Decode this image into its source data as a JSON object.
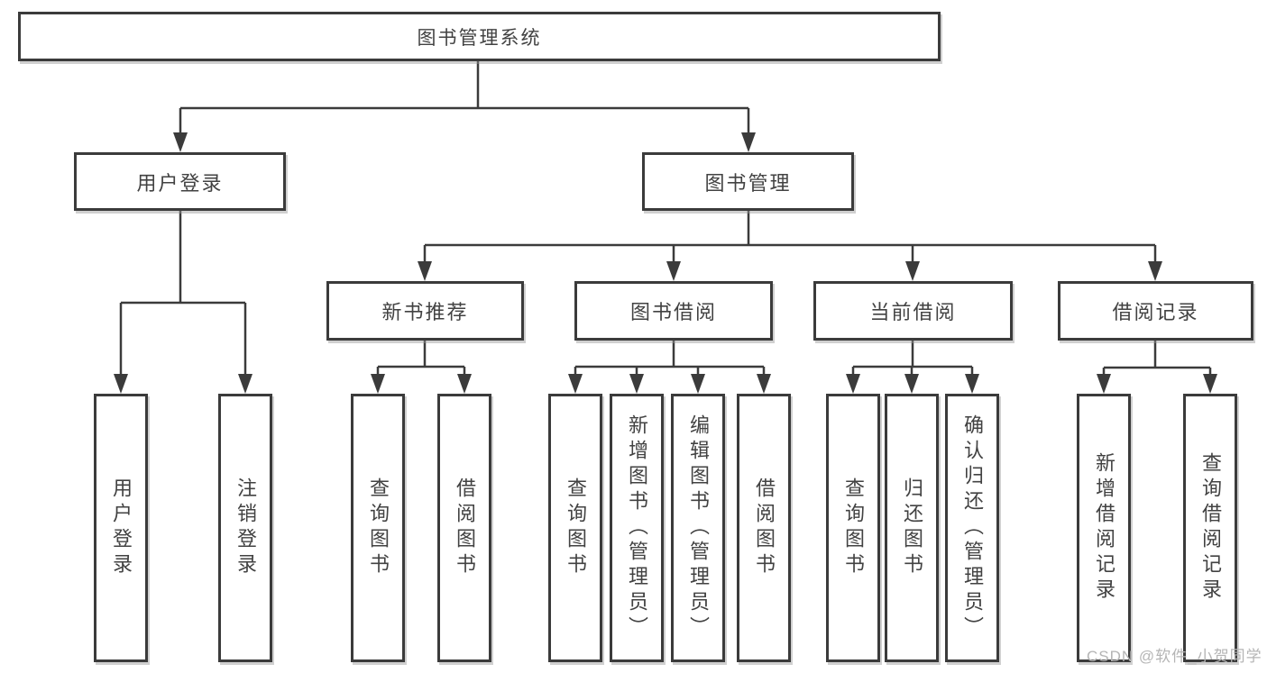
{
  "diagram": {
    "type": "hierarchy-tree",
    "root": {
      "label": "图书管理系统"
    },
    "branches": [
      {
        "label": "用户登录",
        "leaves": [
          "用户登录",
          "注销登录"
        ]
      },
      {
        "label": "图书管理",
        "children": [
          {
            "label": "新书推荐",
            "leaves": [
              "查询图书",
              "借阅图书"
            ]
          },
          {
            "label": "图书借阅",
            "leaves": [
              "查询图书",
              "新增图书（管理员）",
              "编辑图书（管理员）",
              "借阅图书"
            ]
          },
          {
            "label": "当前借阅",
            "leaves": [
              "查询图书",
              "归还图书",
              "确认归还（管理员）"
            ]
          },
          {
            "label": "借阅记录",
            "leaves": [
              "新增借阅记录",
              "查询借阅记录"
            ]
          }
        ]
      }
    ]
  },
  "watermark": {
    "text": "CSDN @软件_小贺同学",
    "color": "#b5b5b5"
  },
  "colors": {
    "line": "#3b3b3b",
    "box_border": "#3b3b3b",
    "text": "#424242",
    "background": "#ffffff"
  }
}
